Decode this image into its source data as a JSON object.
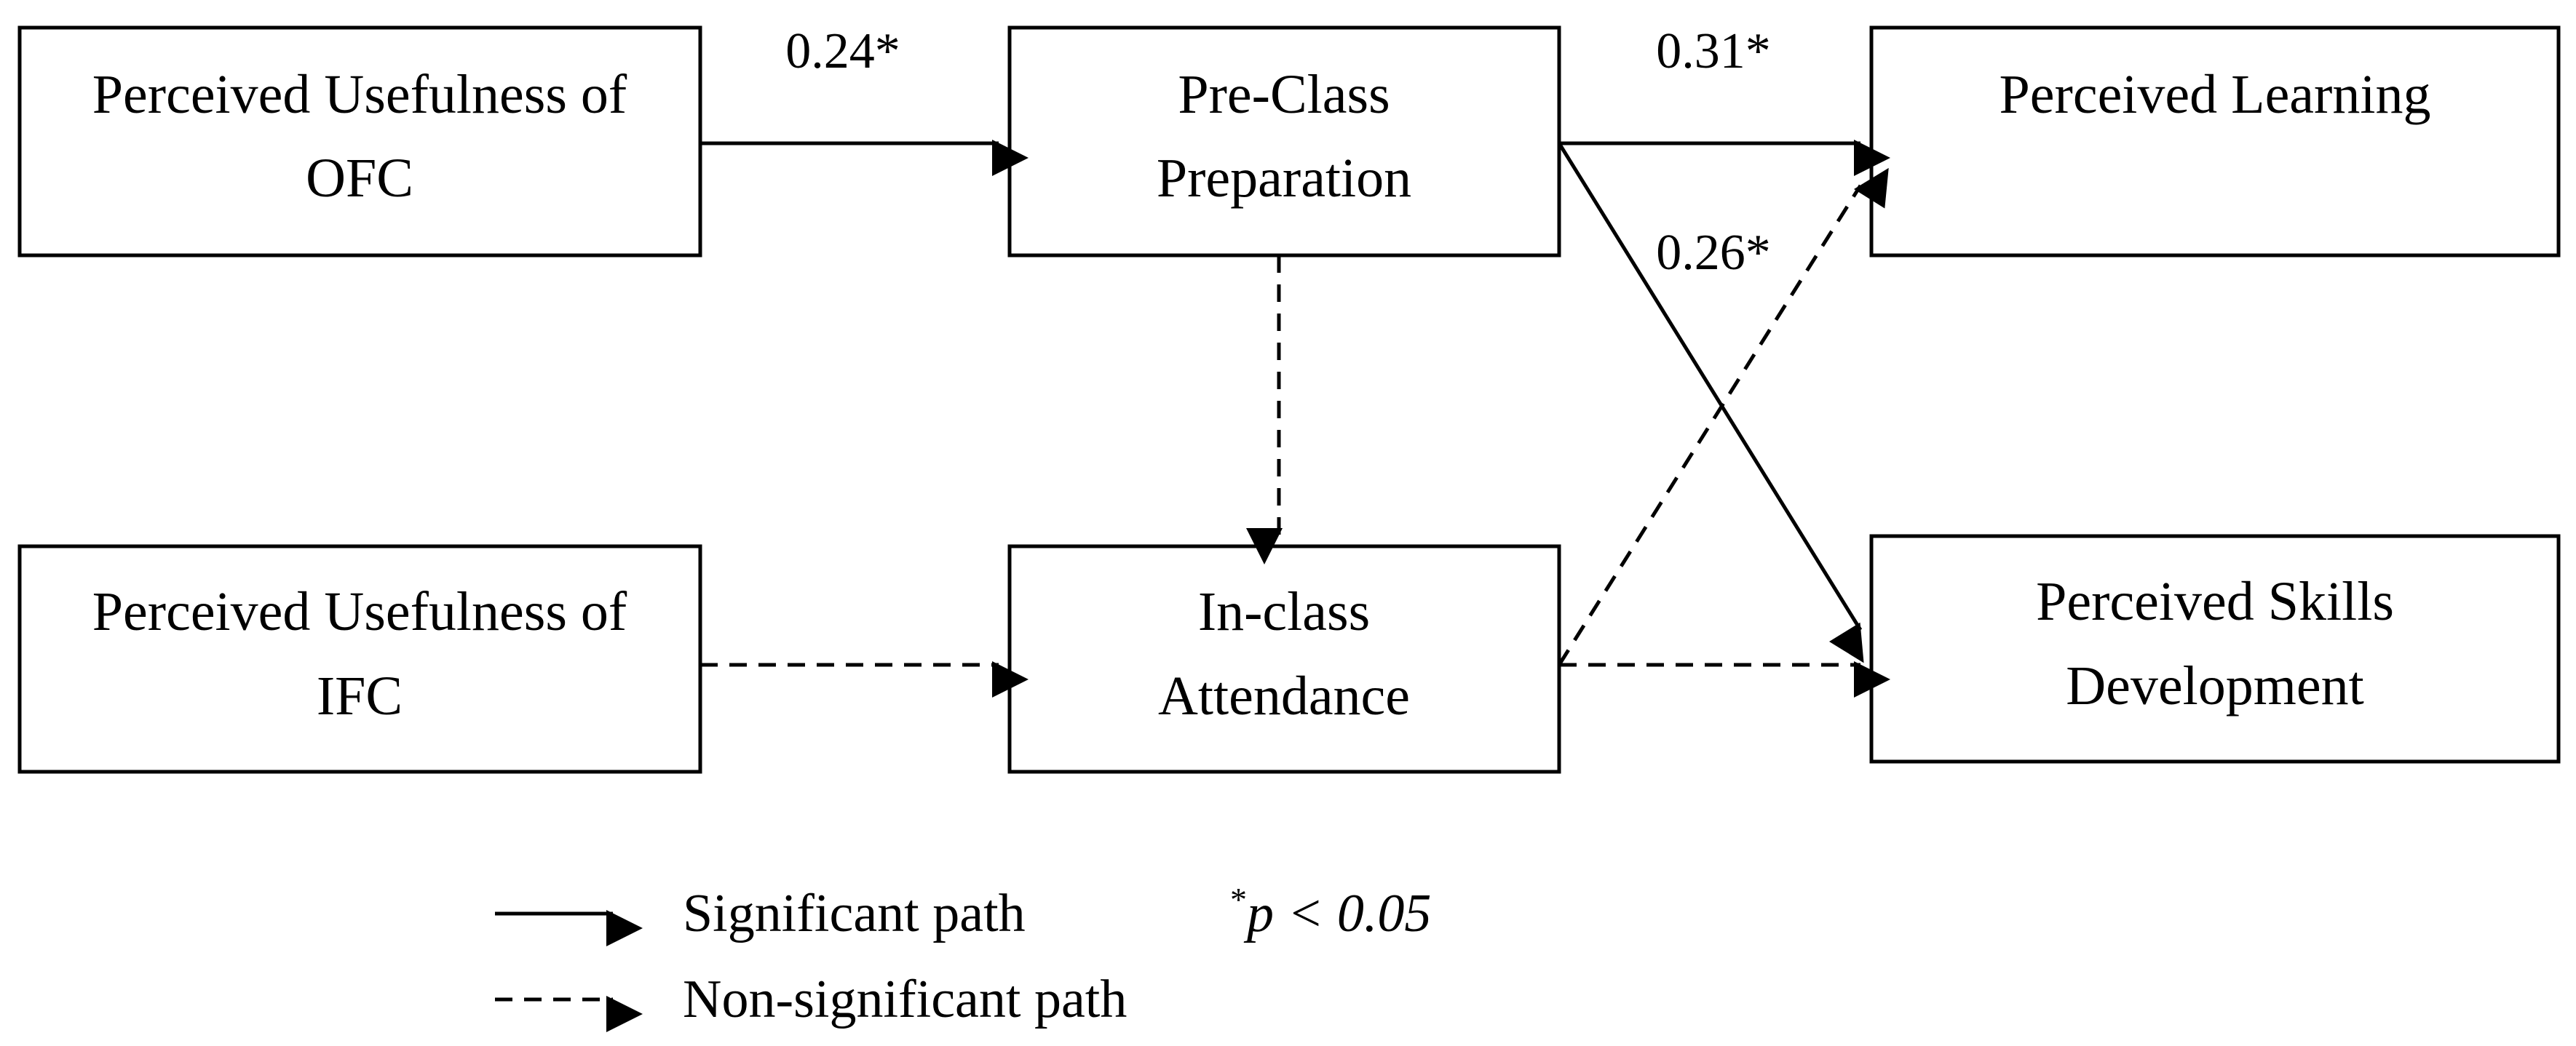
{
  "nodes": {
    "ofc": {
      "lines": [
        "Perceived Usefulness of",
        "OFC"
      ]
    },
    "pre": {
      "lines": [
        "Pre-Class",
        "Preparation"
      ]
    },
    "learning": {
      "lines": [
        "Perceived Learning"
      ]
    },
    "ifc": {
      "lines": [
        "Perceived Usefulness of",
        "IFC"
      ]
    },
    "inclass": {
      "lines": [
        "In-class",
        "Attendance"
      ]
    },
    "skills": {
      "lines": [
        "Perceived Skills",
        "Development"
      ]
    }
  },
  "paths": {
    "ofc_pre": {
      "label": "0.24*",
      "significant": true
    },
    "pre_learning": {
      "label": "0.31*",
      "significant": true
    },
    "pre_skills": {
      "label": "0.26*",
      "significant": true
    },
    "pre_inclass": {
      "significant": false
    },
    "ifc_inclass": {
      "significant": false
    },
    "inclass_learning": {
      "significant": false
    },
    "inclass_skills": {
      "significant": false
    }
  },
  "legend": {
    "significant": "Significant path",
    "nonsignificant": "Non-significant path",
    "note_star": "*",
    "note_p": "p",
    "note_rest": " < 0.05"
  }
}
